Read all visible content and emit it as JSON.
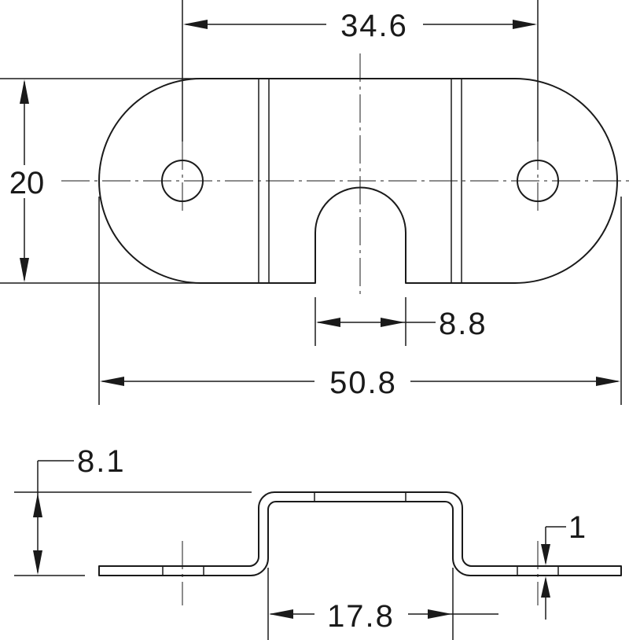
{
  "dimensions": {
    "center_spacing": "34.6",
    "height": "20",
    "slot_width": "8.8",
    "overall_length": "50.8",
    "bend_height": "8.1",
    "bend_width": "17.8",
    "thickness": "1"
  },
  "colors": {
    "line": "#1a1a1a",
    "background": "#ffffff"
  }
}
